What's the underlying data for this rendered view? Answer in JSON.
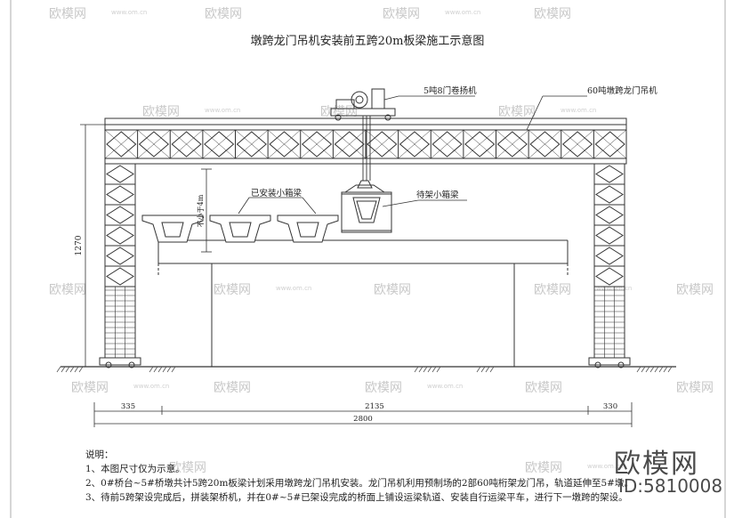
{
  "title": "墩跨龙门吊机安装前五跨20m板梁施工示意图",
  "callouts": {
    "winch": "5吨8门卷扬机",
    "gantry": "60吨墩跨龙门吊机",
    "installed": "已安装小箱梁",
    "pending": "待架小箱梁",
    "clearance": "不小于4m"
  },
  "dimensions": {
    "height": "1270",
    "left_span": "335",
    "middle_span": "2135",
    "right_span": "330",
    "total": "2800"
  },
  "notes": {
    "heading": "说明：",
    "lines": [
      "1、本图尺寸仅为示意。",
      "2、0#桥台~5#桥墩共计5跨20m板梁计划采用墩跨龙门吊机安装。龙门吊机利用预制场的2部60吨桁架龙门吊，轨道延伸至5#墩。",
      "3、待前5跨架设完成后，拼装架桥机，并在0#~5#已架设完成的桥面上铺设运梁轨道、安装自行运梁平车，进行下一墩跨的架设。"
    ]
  },
  "watermark": {
    "brand": "欧模网",
    "url": "www.om.cn",
    "id": "ID:5810008"
  }
}
